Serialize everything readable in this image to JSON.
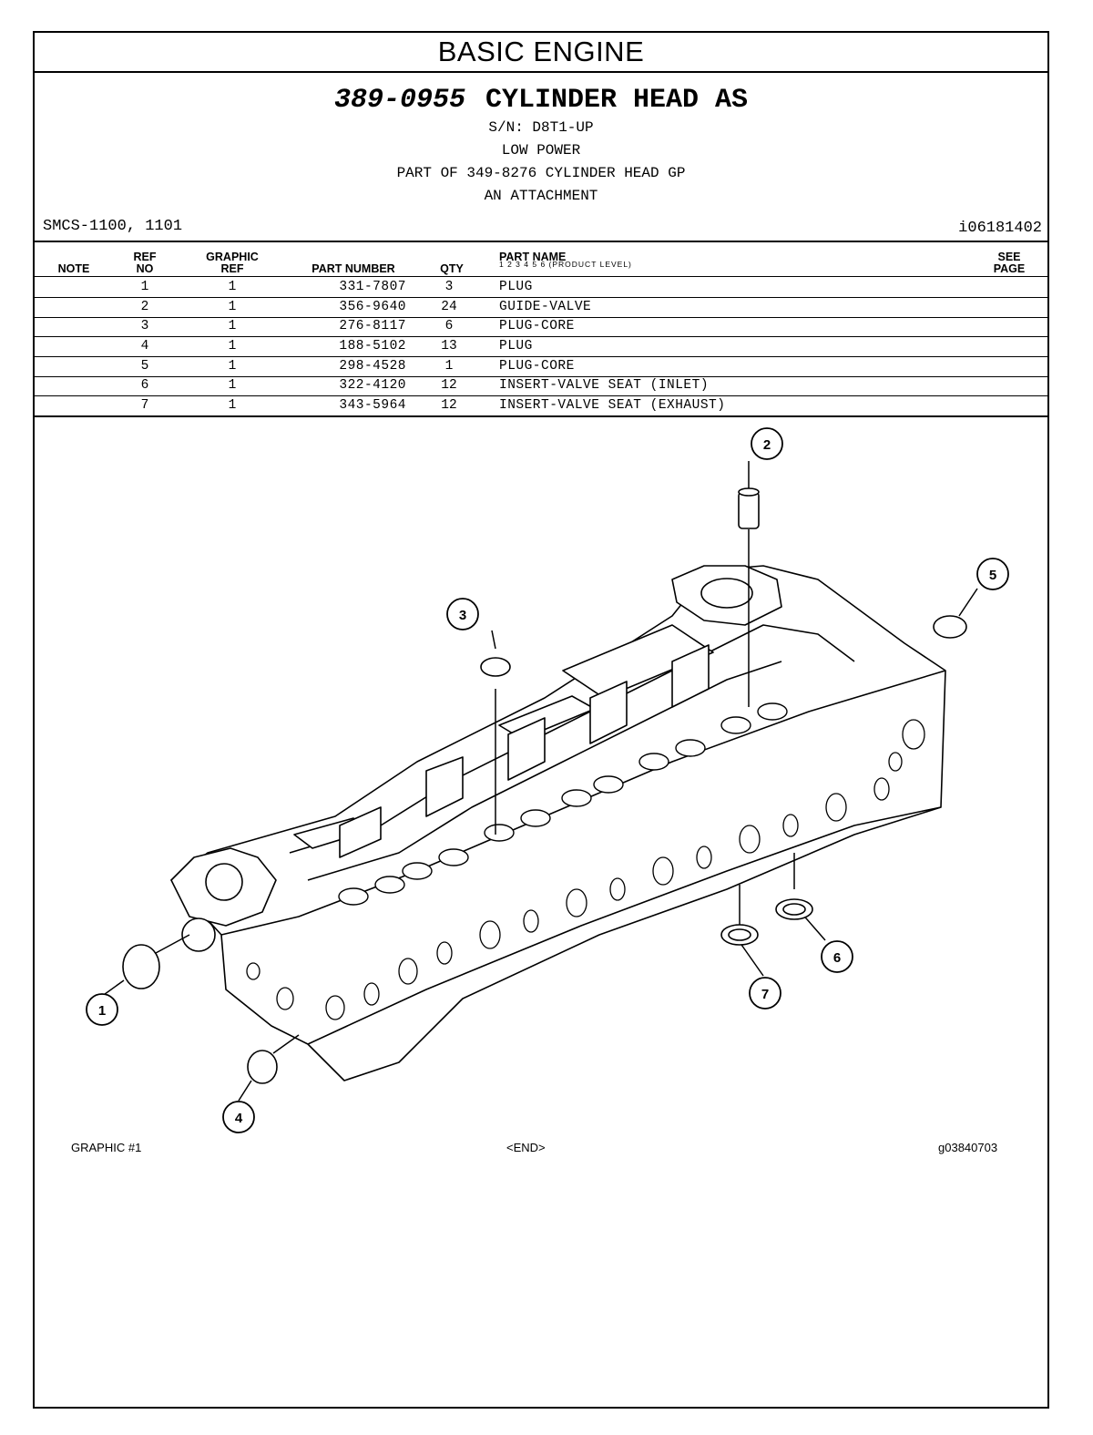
{
  "section_title": "BASIC ENGINE",
  "header": {
    "part_number": "389-0955",
    "part_name": "CYLINDER HEAD AS",
    "serial": "S/N: D8T1-UP",
    "line2": "LOW POWER",
    "line3": "PART OF 349-8276 CYLINDER HEAD GP",
    "line4": "AN ATTACHMENT"
  },
  "smcs": "SMCS-1100, 1101",
  "doc_id": "i06181402",
  "columns": {
    "note": "NOTE",
    "ref_no": [
      "REF",
      "NO"
    ],
    "graphic_ref": [
      "GRAPHIC",
      "REF"
    ],
    "part_number": "PART NUMBER",
    "qty": "QTY",
    "part_name": "PART NAME",
    "product_level": "1   2   3   4   5   6    (PRODUCT LEVEL)",
    "see_page": [
      "SEE",
      "PAGE"
    ]
  },
  "parts": [
    {
      "ref": "1",
      "graphic_ref": "1",
      "part_number": "331-7807",
      "qty": "3",
      "name": "PLUG"
    },
    {
      "ref": "2",
      "graphic_ref": "1",
      "part_number": "356-9640",
      "qty": "24",
      "name": "GUIDE-VALVE"
    },
    {
      "ref": "3",
      "graphic_ref": "1",
      "part_number": "276-8117",
      "qty": "6",
      "name": "PLUG-CORE"
    },
    {
      "ref": "4",
      "graphic_ref": "1",
      "part_number": "188-5102",
      "qty": "13",
      "name": "PLUG"
    },
    {
      "ref": "5",
      "graphic_ref": "1",
      "part_number": "298-4528",
      "qty": "1",
      "name": "PLUG-CORE"
    },
    {
      "ref": "6",
      "graphic_ref": "1",
      "part_number": "322-4120",
      "qty": "12",
      "name": "INSERT-VALVE SEAT  (INLET)"
    },
    {
      "ref": "7",
      "graphic_ref": "1",
      "part_number": "343-5964",
      "qty": "12",
      "name": "INSERT-VALVE SEAT  (EXHAUST)"
    }
  ],
  "callouts": [
    "1",
    "2",
    "3",
    "4",
    "5",
    "6",
    "7"
  ],
  "footer": {
    "graphic_label": "GRAPHIC #1",
    "end_label": "<END>",
    "graphic_id": "g03840703"
  }
}
